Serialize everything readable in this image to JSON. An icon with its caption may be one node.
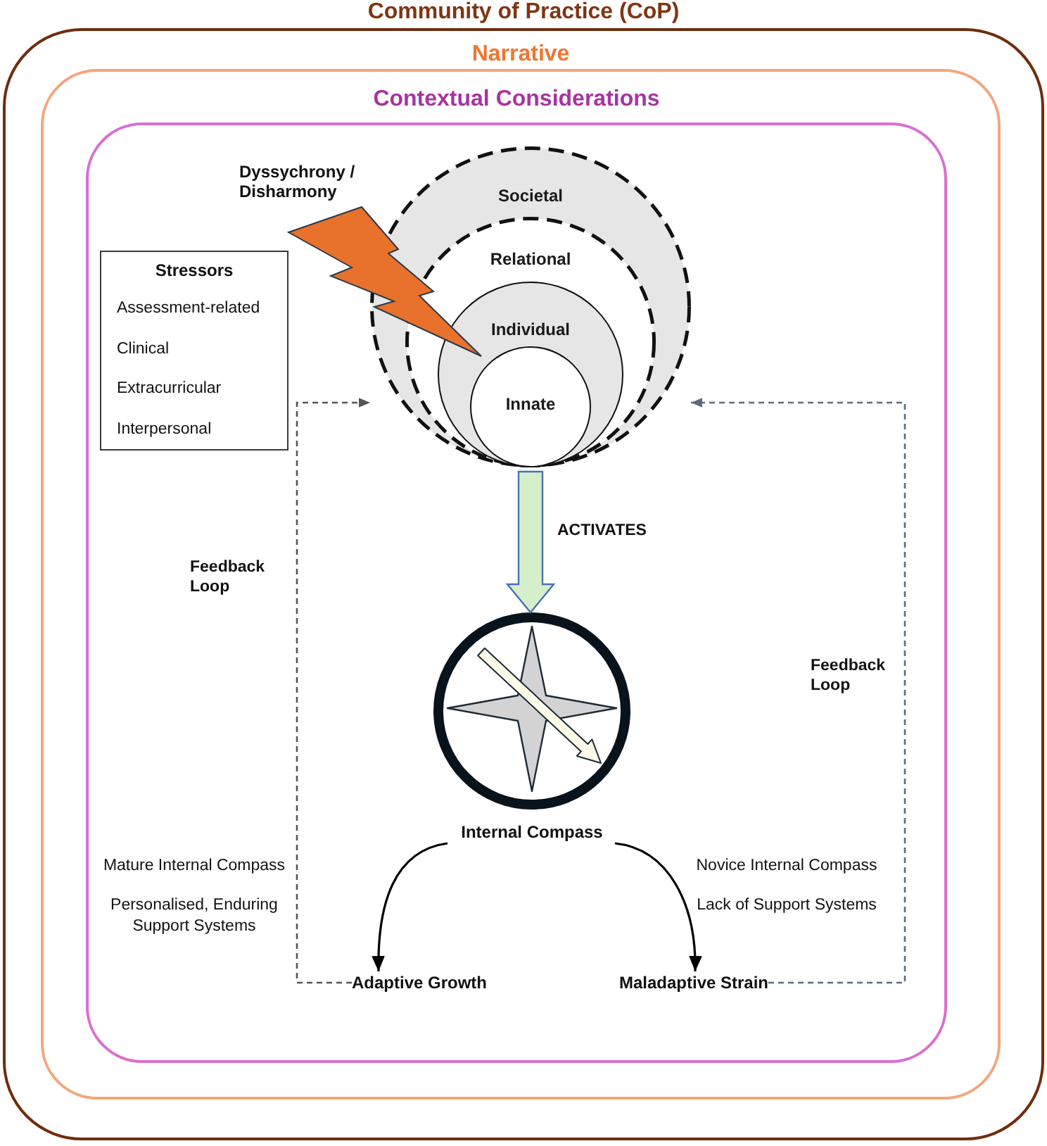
{
  "diagram": {
    "nodes": [
      {
        "text": [
          "Community of Practice (CoP)"
        ]
      },
      {
        "text": [
          "Narrative"
        ],
        "in": 0
      },
      {
        "text": [
          "Contextual Considerations"
        ],
        "in": 1
      },
      {
        "text": [],
        "shape": "lightning",
        "beside": [
          "Dyssychrony / Disharmony"
        ],
        "in": 2
      },
      {
        "text": [
          "Stressors",
          "Assessment-related",
          "Clinical",
          "Extracurricular",
          "Interpersonal"
        ],
        "in": 2
      },
      {
        "text": [
          "Societal"
        ],
        "in": 2
      },
      {
        "text": [
          "Relational"
        ],
        "in": 5
      },
      {
        "text": [
          "Individual"
        ],
        "in": 6
      },
      {
        "text": [
          "Innate"
        ],
        "in": 7
      },
      {
        "text": [
          "Internal Compass"
        ],
        "in": 2
      },
      {
        "text": [
          "Adaptive Growth"
        ],
        "in": 2
      },
      {
        "text": [
          "Maladaptive Strain"
        ],
        "in": 2
      }
    ],
    "edges": [
      {
        "from": 8,
        "to": 9,
        "arrow": "to",
        "label": "ACTIVATES",
        "style": "thick",
        "color": "#d5efcb"
      },
      {
        "from": 9,
        "to": 10,
        "arrow": "to"
      },
      {
        "from": 9,
        "to": 11,
        "arrow": "to"
      },
      {
        "from": 10,
        "to": 5,
        "arrow": "to",
        "label": "Feedback Loop",
        "style": "dashed",
        "color": "#555555"
      },
      {
        "from": 11,
        "to": 5,
        "arrow": "to",
        "label": "Feedback Loop",
        "style": "dashed",
        "color": "#5b6c82"
      }
    ],
    "labels": [
      "Mature Internal Compass",
      "Novice Internal Compass",
      "Personalised, Enduring Support Systems",
      "Lack of Support Systems"
    ]
  }
}
